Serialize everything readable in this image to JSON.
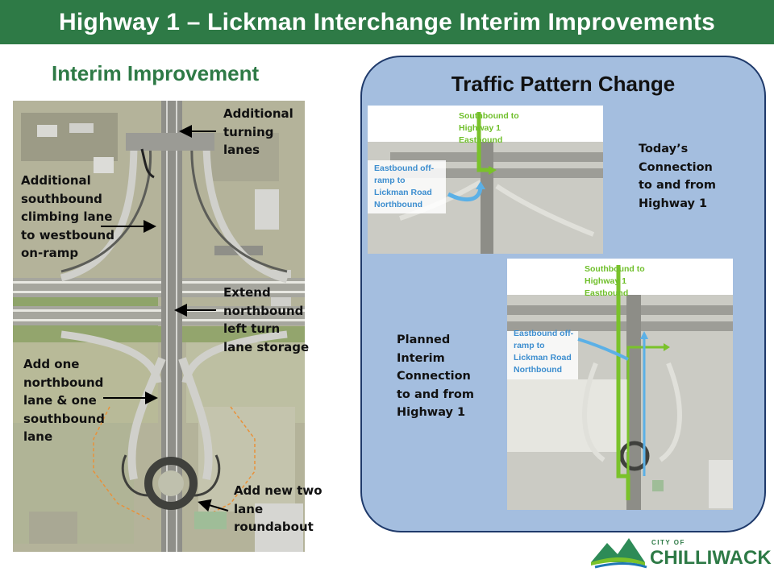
{
  "title": "Highway 1 – Lickman Interchange Interim Improvements",
  "left": {
    "heading": "Interim Improvement",
    "labels": {
      "turning": "Additional\nturning\nlanes",
      "climbing": "Additional\nsouthbound\nclimbing lane\nto westbound\non-ramp",
      "extend": "Extend\nnorthbound\nleft turn\nlane storage",
      "addlane": "Add one\nnorthbound\nlane & one\nsouthbound\nlane",
      "roundabout": "Add new two\nlane\nroundabout"
    }
  },
  "right": {
    "heading": "Traffic Pattern Change",
    "today": "Today’s\nConnection\nto and from\nHighway 1",
    "planned": "Planned\nInterim\nConnection\nto and from\nHighway 1",
    "inset1": {
      "southbound": "Southbound to\nHighway 1\nEastbound",
      "eastbound": "Eastbound off-\nramp to\nLickman Road\nNorthbound"
    },
    "inset2": {
      "southbound": "Southbound to\nHighway 1\nEastbound",
      "eastbound": "Eastbound off-\nramp to\nLickman Road\nNorthbound"
    }
  },
  "logo": {
    "small": "CITY OF",
    "big": "CHILLIWACK"
  },
  "colors": {
    "title_bg": "#2e7a46",
    "panel_bg": "#a4bedf",
    "green_route": "#7ac22a",
    "blue_route": "#5bb0e6"
  }
}
